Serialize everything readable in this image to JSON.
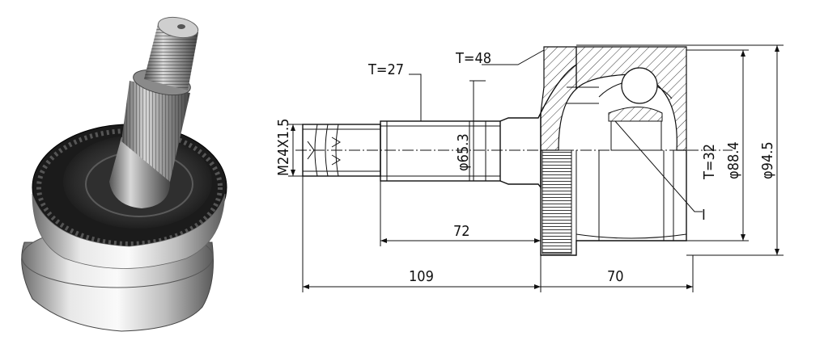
{
  "diagram": {
    "photo": {
      "subject": "cv-joint-photo"
    },
    "dimensions": {
      "thread": "M24X1.5",
      "t_small": "T=27",
      "t_large": "T=48",
      "t_inner": "T=32",
      "dia_small": "φ65.3",
      "dia_mid": "φ88.4",
      "dia_large": "φ94.5",
      "len_72": "72",
      "len_109": "109",
      "len_70": "70",
      "marker_i": "I"
    }
  }
}
